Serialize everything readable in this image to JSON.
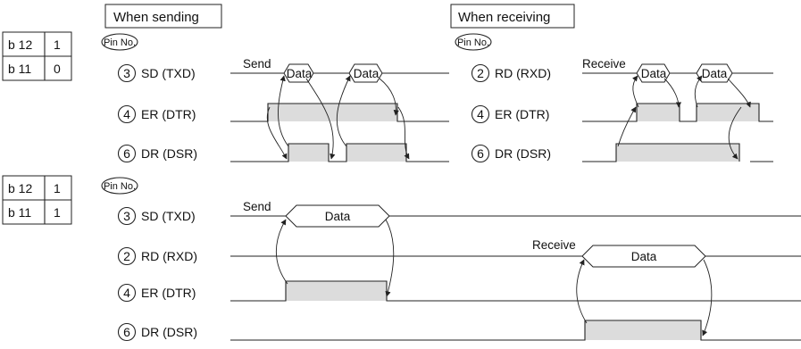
{
  "headers": {
    "sending": "When sending",
    "receiving": "When receiving"
  },
  "pin_no_label": "Pin No.",
  "settings": [
    {
      "rows": [
        {
          "bit": "b 12",
          "value": "1"
        },
        {
          "bit": "b 11",
          "value": "0"
        }
      ]
    },
    {
      "rows": [
        {
          "bit": "b 12",
          "value": "1"
        },
        {
          "bit": "b 11",
          "value": "1"
        }
      ]
    }
  ],
  "signals": {
    "sd": {
      "pin": "3",
      "name": "SD (TXD)"
    },
    "rd": {
      "pin": "2",
      "name": "RD (RXD)"
    },
    "er": {
      "pin": "4",
      "name": "ER (DTR)"
    },
    "dr": {
      "pin": "6",
      "name": "DR (DSR)"
    }
  },
  "labels": {
    "send": "Send",
    "receive": "Receive",
    "data": "Data"
  }
}
